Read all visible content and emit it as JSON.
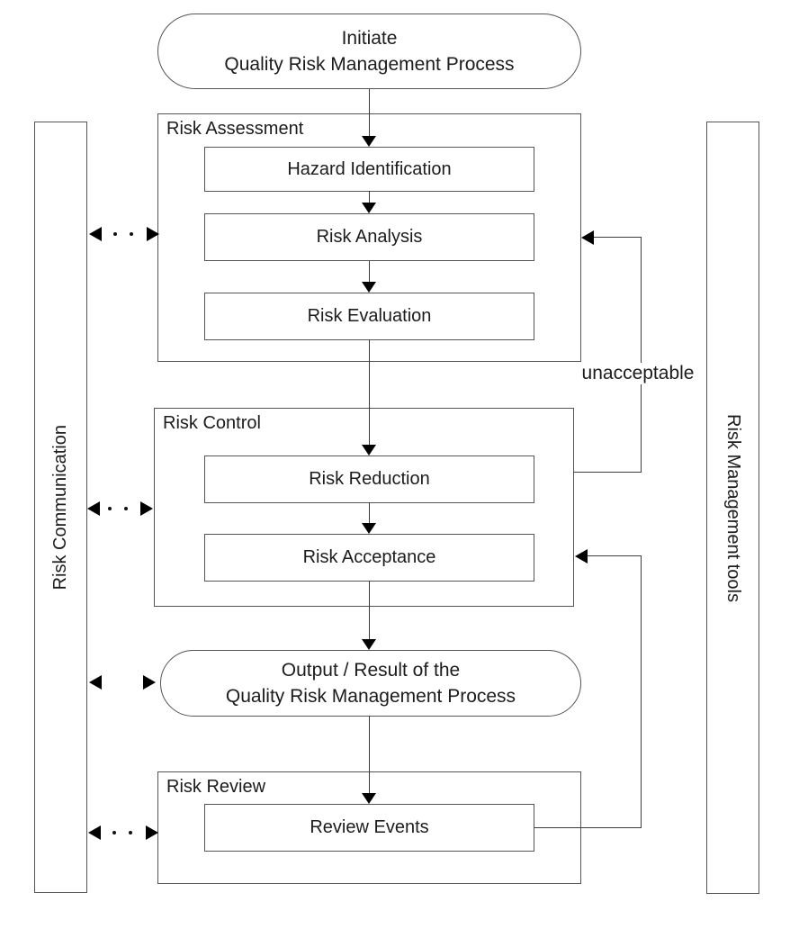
{
  "diagram": {
    "start_terminator": {
      "line1": "Initiate",
      "line2": "Quality Risk Management Process"
    },
    "output_terminator": {
      "line1": "Output / Result of the",
      "line2": "Quality Risk Management Process"
    },
    "stages": [
      {
        "label": "Risk Assessment",
        "steps": [
          "Hazard Identification",
          "Risk Analysis",
          "Risk Evaluation"
        ]
      },
      {
        "label": "Risk Control",
        "steps": [
          "Risk Reduction",
          "Risk Acceptance"
        ]
      },
      {
        "label": "Risk Review",
        "steps": [
          "Review Events"
        ]
      }
    ],
    "sidebars": {
      "left": "Risk Communication",
      "right": "Risk Management tools"
    },
    "labels": {
      "unacceptable": "unacceptable"
    },
    "colors": {
      "border": "#545454",
      "connector": "#3c3c3c",
      "arrow": "#000000",
      "text": "#1c1c1c",
      "background": "#ffffff"
    }
  }
}
